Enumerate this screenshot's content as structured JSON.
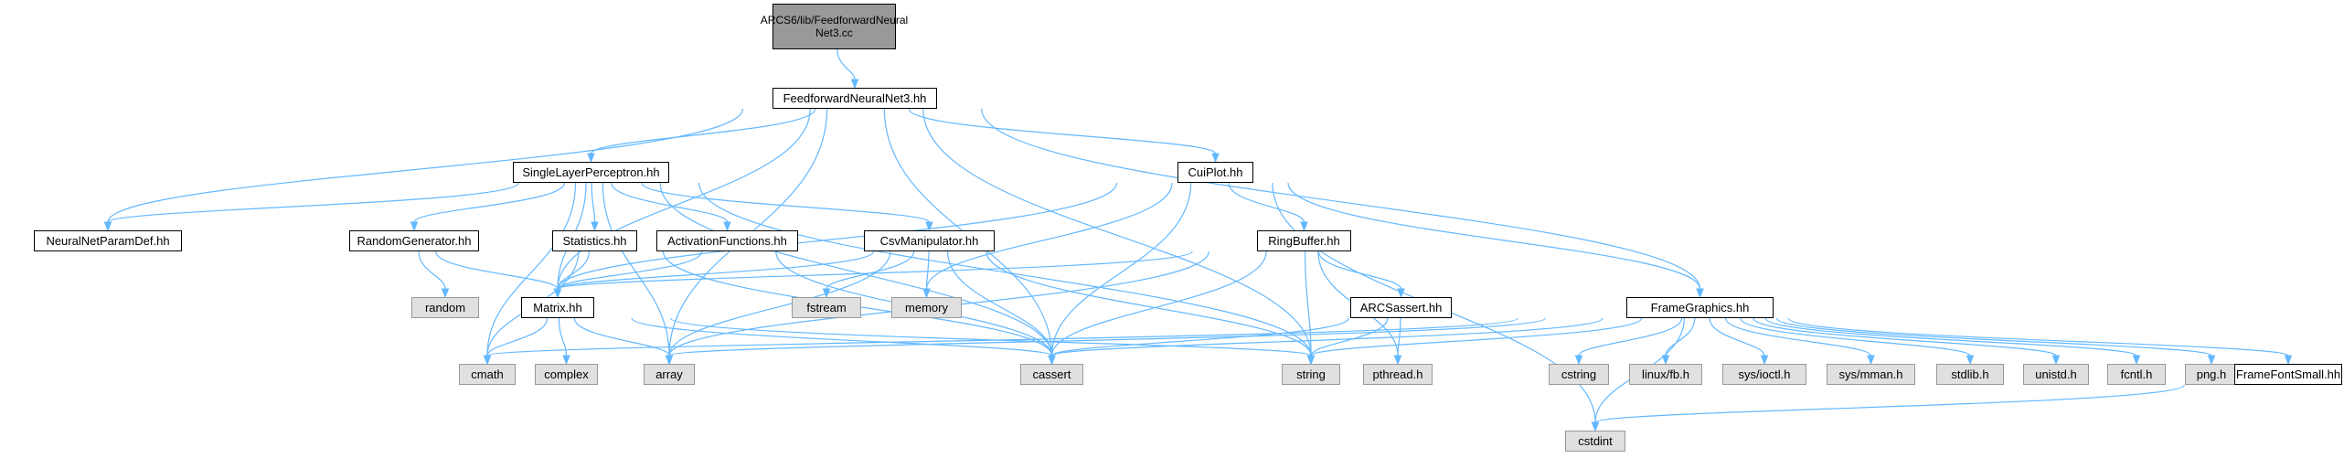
{
  "colors": {
    "edge": "#63b8ff",
    "root_fill": "#999999",
    "node_border": "#000000",
    "system_fill": "#e0e0e0",
    "system_border": "#999999",
    "background": "#ffffff"
  },
  "nodes": {
    "root": "ARCS6/lib/FeedforwardNeural\nNet3.cc",
    "ffnn3": "FeedforwardNeuralNet3.hh",
    "slp": "SingleLayerPerceptron.hh",
    "nnpd": "NeuralNetParamDef.hh",
    "rg": "RandomGenerator.hh",
    "stats": "Statistics.hh",
    "actf": "ActivationFunctions.hh",
    "csv": "CsvManipulator.hh",
    "cui": "CuiPlot.hh",
    "ring": "RingBuffer.hh",
    "matrix": "Matrix.hh",
    "random": "random",
    "fstream": "fstream",
    "memory": "memory",
    "arcsassert": "ARCSassert.hh",
    "fg": "FrameGraphics.hh",
    "cmath": "cmath",
    "complex": "complex",
    "array": "array",
    "cassert": "cassert",
    "string": "string",
    "pthread": "pthread.h",
    "cstring": "cstring",
    "linuxfb": "linux/fb.h",
    "ioctl": "sys/ioctl.h",
    "mman": "sys/mman.h",
    "stdlib": "stdlib.h",
    "unistd": "unistd.h",
    "fcntl": "fcntl.h",
    "png": "png.h",
    "ffs": "FrameFontSmall.hh",
    "cstdint": "cstdint"
  },
  "edges": [
    [
      "root",
      "ffnn3"
    ],
    [
      "ffnn3",
      "slp"
    ],
    [
      "ffnn3",
      "nnpd"
    ],
    [
      "ffnn3",
      "matrix"
    ],
    [
      "ffnn3",
      "array"
    ],
    [
      "ffnn3",
      "cassert"
    ],
    [
      "ffnn3",
      "cui"
    ],
    [
      "ffnn3",
      "string"
    ],
    [
      "ffnn3",
      "fg"
    ],
    [
      "slp",
      "nnpd"
    ],
    [
      "slp",
      "rg"
    ],
    [
      "slp",
      "stats"
    ],
    [
      "slp",
      "actf"
    ],
    [
      "slp",
      "csv"
    ],
    [
      "slp",
      "matrix"
    ],
    [
      "slp",
      "cmath"
    ],
    [
      "slp",
      "array"
    ],
    [
      "slp",
      "cassert"
    ],
    [
      "slp",
      "string"
    ],
    [
      "rg",
      "random"
    ],
    [
      "rg",
      "matrix"
    ],
    [
      "stats",
      "matrix"
    ],
    [
      "stats",
      "cmath"
    ],
    [
      "stats",
      "cassert"
    ],
    [
      "actf",
      "matrix"
    ],
    [
      "actf",
      "cassert"
    ],
    [
      "csv",
      "matrix"
    ],
    [
      "csv",
      "fstream"
    ],
    [
      "csv",
      "memory"
    ],
    [
      "csv",
      "array"
    ],
    [
      "csv",
      "cassert"
    ],
    [
      "csv",
      "string"
    ],
    [
      "cui",
      "matrix"
    ],
    [
      "cui",
      "memory"
    ],
    [
      "cui",
      "ring"
    ],
    [
      "cui",
      "fg"
    ],
    [
      "cui",
      "cassert"
    ],
    [
      "cui",
      "cstdint"
    ],
    [
      "ring",
      "matrix"
    ],
    [
      "ring",
      "arcsassert"
    ],
    [
      "ring",
      "array"
    ],
    [
      "ring",
      "cassert"
    ],
    [
      "ring",
      "string"
    ],
    [
      "ring",
      "pthread"
    ],
    [
      "matrix",
      "cmath"
    ],
    [
      "matrix",
      "complex"
    ],
    [
      "matrix",
      "array"
    ],
    [
      "matrix",
      "cassert"
    ],
    [
      "matrix",
      "string"
    ],
    [
      "arcsassert",
      "cassert"
    ],
    [
      "arcsassert",
      "string"
    ],
    [
      "arcsassert",
      "pthread"
    ],
    [
      "fg",
      "array"
    ],
    [
      "fg",
      "cmath"
    ],
    [
      "fg",
      "cassert"
    ],
    [
      "fg",
      "string"
    ],
    [
      "fg",
      "cstring"
    ],
    [
      "fg",
      "linuxfb"
    ],
    [
      "fg",
      "ioctl"
    ],
    [
      "fg",
      "mman"
    ],
    [
      "fg",
      "stdlib"
    ],
    [
      "fg",
      "unistd"
    ],
    [
      "fg",
      "fcntl"
    ],
    [
      "fg",
      "png"
    ],
    [
      "fg",
      "ffs"
    ],
    [
      "fg",
      "cstdint"
    ],
    [
      "ffs",
      "cstdint"
    ]
  ]
}
